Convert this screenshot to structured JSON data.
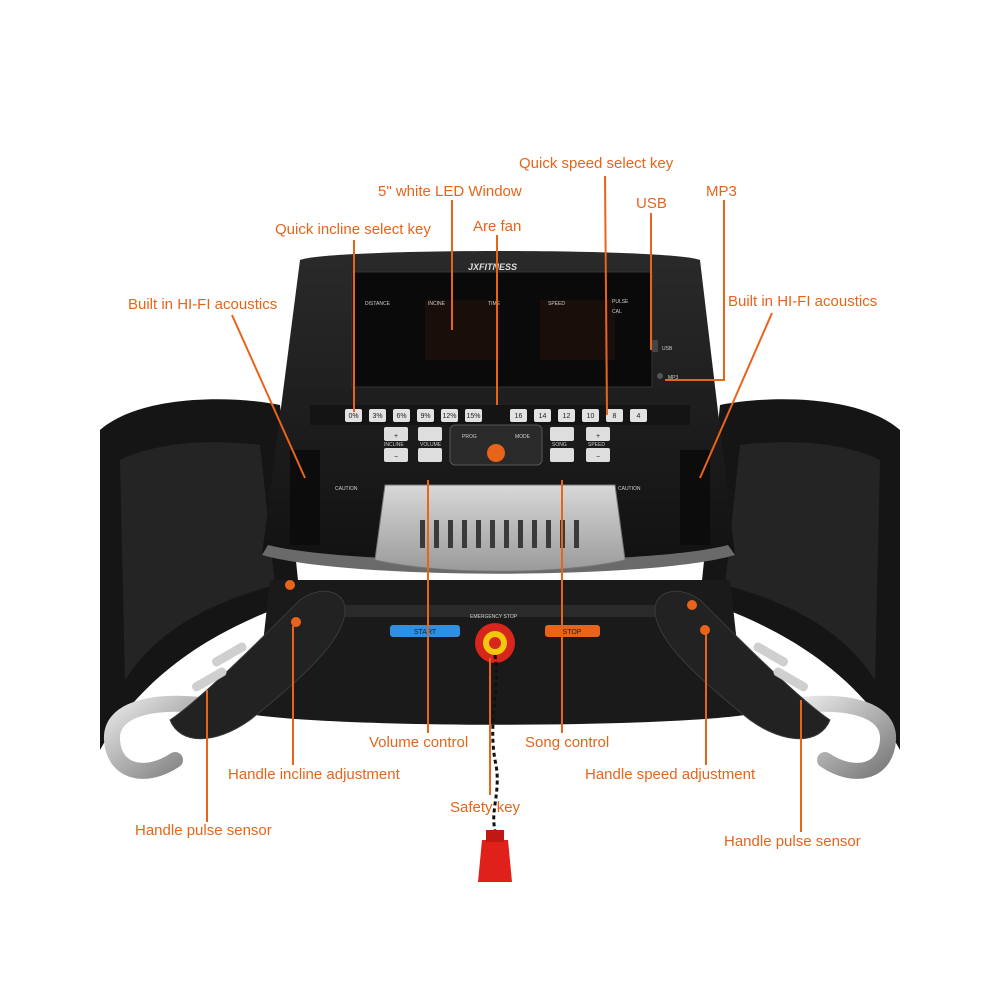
{
  "brand": "JXFITNESS",
  "callouts": {
    "quick_speed": "Quick speed select key",
    "led_window": "5\" white LED Window",
    "usb": "USB",
    "mp3": "MP3",
    "quick_incline": "Quick incline select key",
    "are_fan": "Are fan",
    "hifi_left": "Built in HI-FI acoustics",
    "hifi_right": "Built in HI-FI acoustics",
    "volume_control": "Volume control",
    "song_control": "Song control",
    "handle_incline": "Handle incline adjustment",
    "handle_speed": "Handle speed adjustment",
    "safety_key": "Safety key",
    "pulse_left": "Handle pulse sensor",
    "pulse_right": "Handle pulse sensor"
  },
  "console": {
    "display_labels": [
      "DISTANCE",
      "INCINE",
      "TIME",
      "SPEED",
      "PULSE",
      "CAL"
    ],
    "incline_keys": [
      "0%",
      "3%",
      "6%",
      "9%",
      "12%",
      "15%"
    ],
    "speed_keys": [
      "16",
      "14",
      "12",
      "10",
      "8",
      "4"
    ],
    "incline_label": "INCLINE",
    "volume_label": "VOLUME",
    "prog_label": "PROG",
    "mode_label": "MODE",
    "song_label": "SONG",
    "speed_label": "SPEED",
    "caution_left": "CAUTION",
    "caution_right": "CAUTION",
    "start_label": "START",
    "stop_label": "STOP",
    "emergency_label": "EMERGENCY STOP",
    "usb_port_label": "USB",
    "mp3_port_label": "MP3"
  },
  "colors": {
    "accent": "#e8641a",
    "console": "#1c1c1c",
    "start": "#2f8fe0",
    "stop": "#e8641a",
    "key": "#d9261c"
  }
}
